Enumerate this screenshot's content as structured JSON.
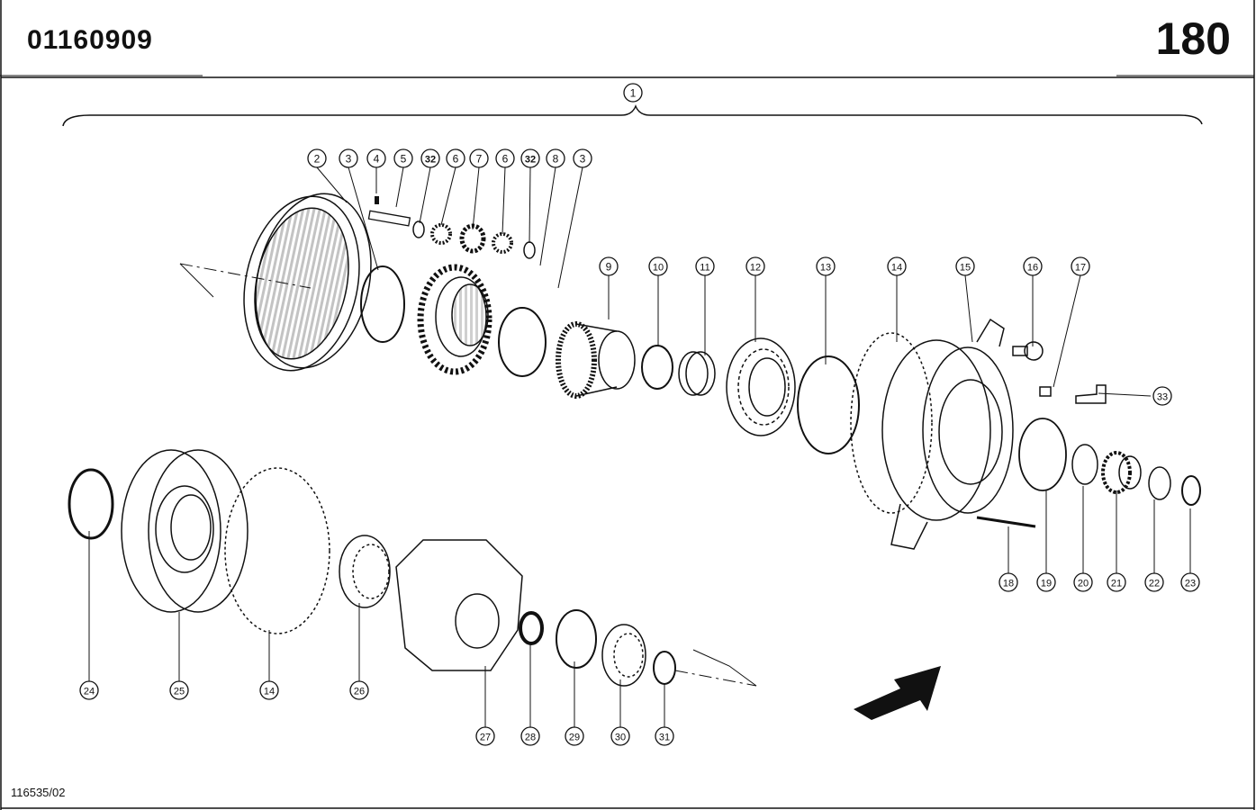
{
  "header": {
    "document_number": "01160909",
    "page_number": "180"
  },
  "footer": {
    "reference_code": "116535/02"
  },
  "callouts": [
    "1",
    "2",
    "3",
    "4",
    "5",
    "32",
    "6",
    "7",
    "6",
    "32",
    "8",
    "3",
    "9",
    "10",
    "11",
    "12",
    "13",
    "14",
    "15",
    "16",
    "17",
    "33",
    "18",
    "19",
    "20",
    "21",
    "22",
    "23",
    "24",
    "25",
    "14",
    "26",
    "27",
    "28",
    "29",
    "30",
    "31"
  ],
  "colors": {
    "line": "#111111",
    "background": "#ffffff"
  }
}
